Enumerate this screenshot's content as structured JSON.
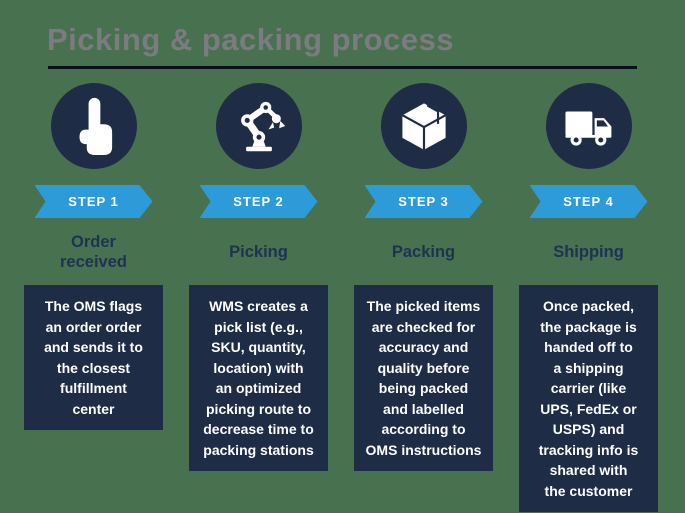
{
  "header": {
    "title": "Picking & packing process"
  },
  "colors": {
    "background_green": "#48714F",
    "navy": "#1E2C46",
    "banner_blue": "#2D9BD8",
    "title_gray": "#7B7B80",
    "step_title_navy": "#1E3352",
    "underline_dark": "#0B0F1B",
    "text_white": "#FFFFFF"
  },
  "steps": [
    {
      "banner": "STEP 1",
      "icon": "hand-click-icon",
      "title": "Order\nreceived",
      "description": "The OMS flags\nan order order\nand sends it to\nthe closest\nfulfillment\ncenter"
    },
    {
      "banner": "STEP 2",
      "icon": "robot-arm-icon",
      "title": "Picking",
      "description": "WMS creates a\npick list (e.g.,\nSKU, quantity,\nlocation) with\nan optimized\npicking route to\ndecrease time to\npacking stations"
    },
    {
      "banner": "STEP 3",
      "icon": "package-box-icon",
      "title": "Packing",
      "description": "The picked items\nare checked for\naccuracy and\nquality before\nbeing packed\nand labelled\naccording to\nOMS instructions"
    },
    {
      "banner": "STEP 4",
      "icon": "delivery-truck-icon",
      "title": "Shipping",
      "description": "Once packed,\nthe package is\nhanded off to\na shipping\ncarrier (like\nUPS, FedEx or\nUSPS) and\ntracking info is\nshared with\nthe customer"
    }
  ]
}
